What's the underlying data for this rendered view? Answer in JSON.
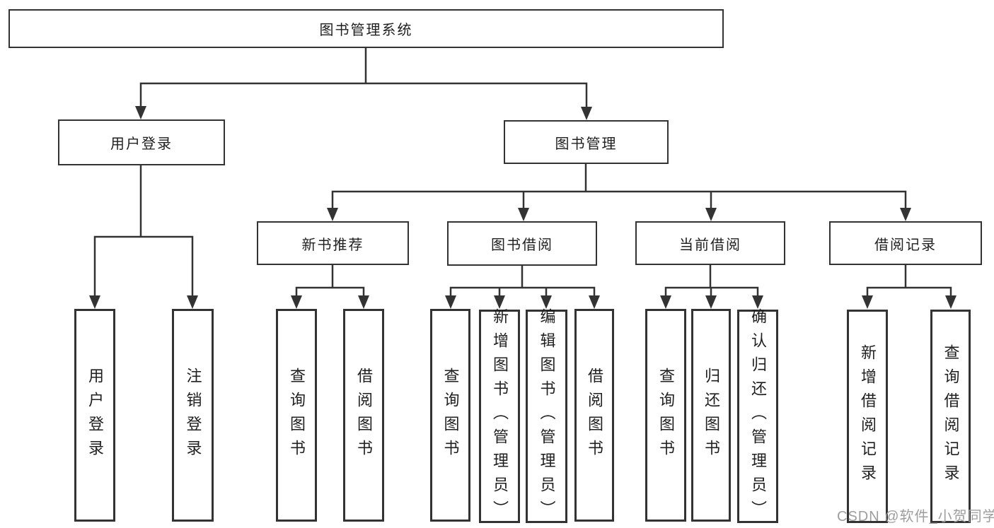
{
  "tree": {
    "root": {
      "label": "图书管理系统"
    },
    "branches": [
      {
        "label": "用户登录",
        "children": [
          {
            "label": "用户登录"
          },
          {
            "label": "注销登录"
          }
        ]
      },
      {
        "label": "图书管理",
        "children": [
          {
            "label": "新书推荐",
            "children": [
              {
                "label": "查询图书"
              },
              {
                "label": "借阅图书"
              }
            ]
          },
          {
            "label": "图书借阅",
            "children": [
              {
                "label": "查询图书"
              },
              {
                "label": "新增图书（管理员）"
              },
              {
                "label": "编辑图书（管理员）"
              },
              {
                "label": "借阅图书"
              }
            ]
          },
          {
            "label": "当前借阅",
            "children": [
              {
                "label": "查询图书"
              },
              {
                "label": "归还图书"
              },
              {
                "label": "确认归还（管理员）"
              }
            ]
          },
          {
            "label": "借阅记录",
            "children": [
              {
                "label": "新增借阅记录"
              },
              {
                "label": "查询借阅记录"
              }
            ]
          }
        ]
      }
    ]
  },
  "watermark": {
    "text": "CSDN @软件_小贺同学",
    "color": "#9e9e9e"
  },
  "style": {
    "line_color": "#333333",
    "box_border_color": "#333333",
    "text_color": "#1f1f1f",
    "background": "#ffffff"
  }
}
